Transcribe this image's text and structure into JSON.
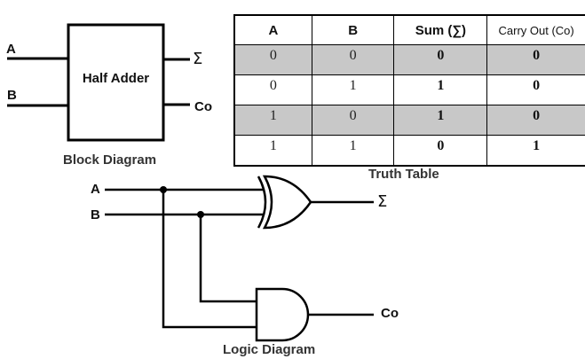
{
  "block_diagram": {
    "box_label": "Half Adder",
    "inputs": [
      "A",
      "B"
    ],
    "outputs": [
      "Σ",
      "Co"
    ],
    "caption": "Block Diagram"
  },
  "truth_table": {
    "caption": "Truth Table",
    "headers": [
      "A",
      "B",
      "Sum (∑)",
      "Carry Out (Co)"
    ],
    "rows": [
      [
        "0",
        "0",
        "0",
        "0"
      ],
      [
        "0",
        "1",
        "1",
        "0"
      ],
      [
        "1",
        "0",
        "1",
        "0"
      ],
      [
        "1",
        "1",
        "0",
        "1"
      ]
    ],
    "shaded_row_color": "#c8c8c8"
  },
  "logic_diagram": {
    "inputs": [
      "A",
      "B"
    ],
    "gates": [
      "XOR",
      "AND"
    ],
    "outputs": [
      "Σ",
      "Co"
    ],
    "caption": "Logic Diagram"
  }
}
